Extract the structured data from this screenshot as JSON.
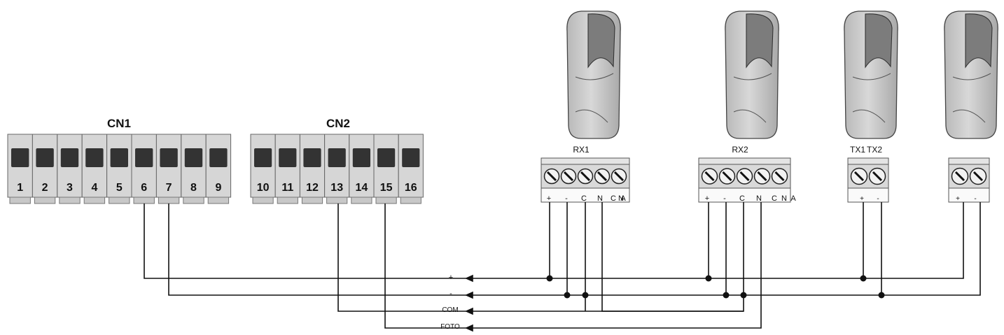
{
  "connectors": [
    {
      "id": "cn1",
      "label": "CN1",
      "terminals": [
        "1",
        "2",
        "3",
        "4",
        "5",
        "6",
        "7",
        "8",
        "9"
      ]
    },
    {
      "id": "cn2",
      "label": "CN2",
      "terminals": [
        "10",
        "11",
        "12",
        "13",
        "14",
        "15",
        "16"
      ]
    }
  ],
  "devices": [
    {
      "id": "rx1",
      "label": "RX1",
      "pins": [
        "+",
        "-",
        "C",
        "N",
        "C",
        "N",
        "A"
      ]
    },
    {
      "id": "rx2",
      "label": "RX2",
      "pins": [
        "+",
        "-",
        "C",
        "N",
        "C",
        "N",
        "A"
      ]
    },
    {
      "id": "tx1",
      "label": "TX1",
      "pins": [
        "+",
        "-"
      ]
    },
    {
      "id": "tx2",
      "label": "TX2",
      "pins": [
        "+",
        "-"
      ]
    }
  ],
  "buses": [
    {
      "id": "plus",
      "label": "+"
    },
    {
      "id": "minus",
      "label": "-"
    },
    {
      "id": "com",
      "label": "COM"
    },
    {
      "id": "foto",
      "label": "FOTO"
    }
  ],
  "colors": {
    "wire": "#111111",
    "housing": "#d6d6d6",
    "housing_dark": "#333333",
    "photocell": "#c9c9c9"
  }
}
